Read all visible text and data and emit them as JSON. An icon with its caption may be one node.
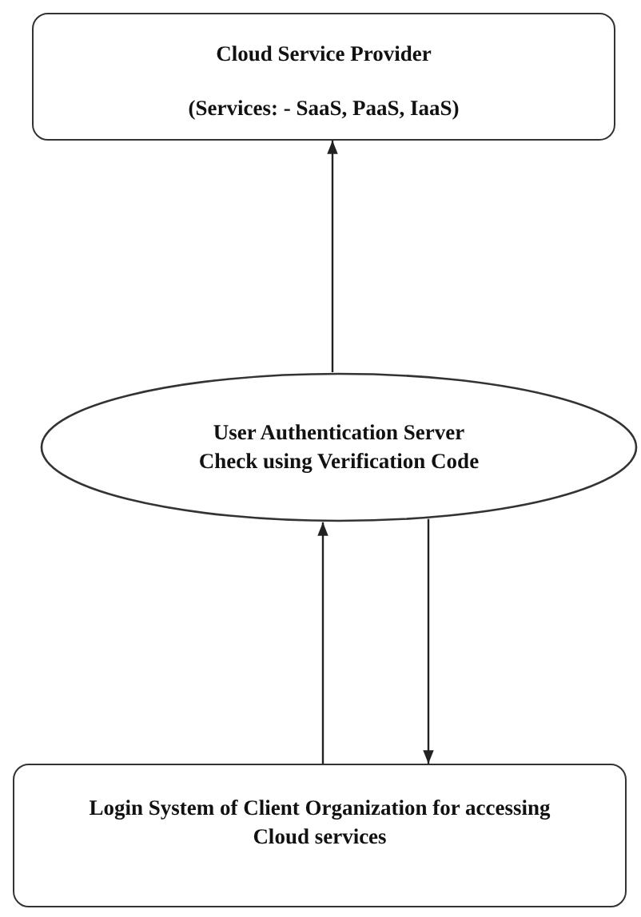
{
  "diagram": {
    "nodes": [
      {
        "text": [
          "Cloud Service Provider",
          "(Services: - SaaS, PaaS, IaaS)"
        ]
      },
      {
        "text": [
          "User Authentication Server",
          "Check using Verification Code"
        ]
      },
      {
        "text": [
          "Login System of Client Organization for accessing Cloud services"
        ]
      }
    ],
    "edges": [
      {
        "from": 1,
        "to": 0,
        "arrow": "to"
      },
      {
        "from": 2,
        "to": 1,
        "arrow": "to"
      },
      {
        "from": 1,
        "to": 2,
        "arrow": "to"
      }
    ]
  }
}
